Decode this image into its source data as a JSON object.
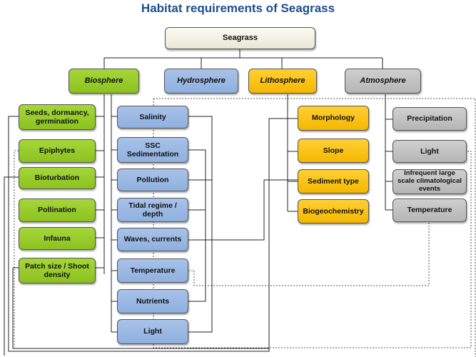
{
  "title": "Habitat requirements of Seagrass",
  "root": "Seagrass",
  "spheres": {
    "biosphere": "Biosphere",
    "hydrosphere": "Hydrosphere",
    "lithosphere": "Lithosphere",
    "atmosphere": "Atmosphere"
  },
  "biosphere_items": [
    "Seeds, dormancy, germination",
    "Epiphytes",
    "Bioturbation",
    "Pollination",
    "Infauna",
    "Patch size / Shoot density"
  ],
  "hydrosphere_items": [
    "Salinity",
    "SSC Sedimentation",
    "Pollution",
    "Tidal regime / depth",
    "Waves, currents",
    "Temperature",
    "Nutrients",
    "Light"
  ],
  "lithosphere_items": [
    "Morphology",
    "Slope",
    "Sediment type",
    "Biogeochemistry"
  ],
  "atmosphere_items": [
    "Precipitation",
    "Light",
    "Infrequent large scale climatological events",
    "Temperature"
  ],
  "colors": {
    "title": "#1f4e8c",
    "biosphere": "#8cc21f",
    "hydrosphere": "#8fb0df",
    "lithosphere": "#f5b800",
    "atmosphere": "#b5b5b5"
  }
}
